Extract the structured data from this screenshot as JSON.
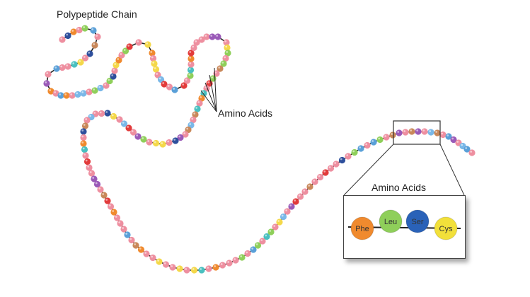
{
  "title": "Polypeptide Chain",
  "callout_label": "Amino Acids",
  "inset": {
    "title": "Amino Acids",
    "residues": [
      {
        "abbr": "Phe",
        "color": "#f08a2e"
      },
      {
        "abbr": "Leu",
        "color": "#8fcf5a"
      },
      {
        "abbr": "Ser",
        "color": "#2a62b8"
      },
      {
        "abbr": "Cys",
        "color": "#f2e03a"
      }
    ]
  },
  "bead_palette": [
    "#ee8fa0",
    "#f08a2e",
    "#e23b3b",
    "#f4d84a",
    "#8fcf5a",
    "#5aa0d8",
    "#2e4f9c",
    "#9a5ab8",
    "#4ac0c0",
    "#c9885a",
    "#7ab8e8"
  ],
  "colors": {
    "bond": "#222222",
    "frame": "#444444"
  }
}
